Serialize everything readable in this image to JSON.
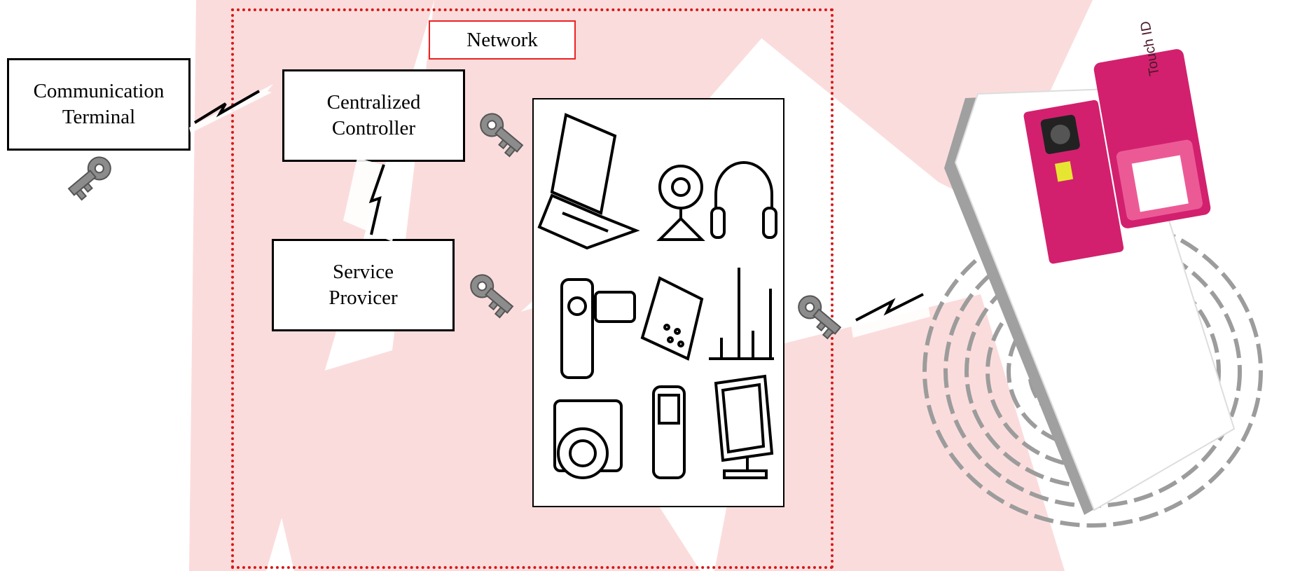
{
  "network": {
    "label": "Network"
  },
  "nodes": {
    "terminal": {
      "line1": "Communication",
      "line2": "Terminal"
    },
    "controller": {
      "line1": "Centralized",
      "line2": "Controller"
    },
    "provider": {
      "line1": "Service",
      "line2": "Provicer"
    }
  },
  "phone": {
    "sensor_label": "Touch ID"
  },
  "colors": {
    "network_border": "#d81818",
    "watermark": "#fbdcdc",
    "phone_accent": "#d2206e",
    "key": "#8c8c8c"
  },
  "icons": [
    "lightning-icon",
    "key-icon",
    "laptop-icon",
    "webcam-icon",
    "headphones-icon",
    "camcorder-icon",
    "desk-phone-icon",
    "router-icon",
    "camera-icon",
    "mobile-phone-icon",
    "monitor-icon",
    "fingerprint-icon",
    "smartphone-icon",
    "touch-id-sensor-icon"
  ]
}
